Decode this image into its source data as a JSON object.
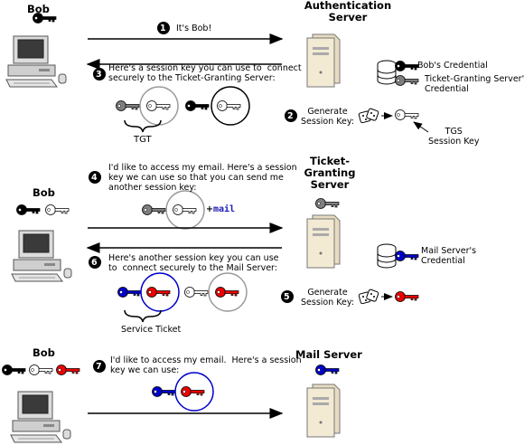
{
  "actors": {
    "bob": "Bob",
    "auth_server": "Authentication\nServer",
    "tgs": "Ticket-\nGranting\nServer",
    "mail_server": "Mail Server"
  },
  "steps": {
    "s1_num": "1",
    "s1": "It's Bob!",
    "s3_num": "3",
    "s3": "Here's a session key you can use to  connect\nsecurely to the Ticket-Granting Server:",
    "tgt": "TGT",
    "s2_num": "2",
    "s2": "Generate\nSession Key:",
    "tgs_key": "TGS\nSession Key",
    "s4_num": "4",
    "s4": "I'd like to access my email. Here's a session\nkey we can use so that you can send me\nanother session key:",
    "plus_mail_plus": "+",
    "plus_mail": "mail",
    "s6_num": "6",
    "s6": "Here's another session key you can use\nto  connect securely to the Mail Server:",
    "service_ticket": "Service Ticket",
    "s5_num": "5",
    "s5": "Generate\nSession Key:",
    "s7_num": "7",
    "s7": "I'd like to access my email.  Here's a session\nkey we can use:"
  },
  "credentials": {
    "bob_cred": "Bob's Credential",
    "tgs_cred": "Ticket-Granting Server's\nCredential",
    "mail_cred": "Mail Server's\nCredential"
  },
  "colors": {
    "bob_key": "#000000",
    "tgs_key": "#808080",
    "white_key": "#ffffff",
    "mail_key": "#ee0000",
    "mail_server_key": "#0000cc"
  }
}
